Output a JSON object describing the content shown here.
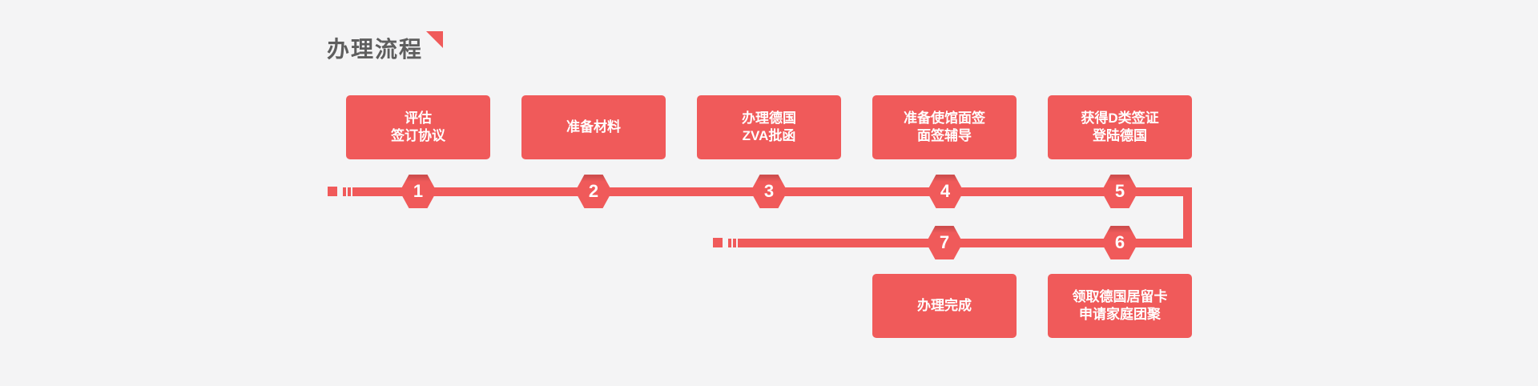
{
  "title": "办理流程",
  "colors": {
    "accent": "#f05a5a",
    "accent_dark": "#d94f4f",
    "background": "#f4f4f5",
    "title_text": "#5e5e5e",
    "box_text": "#ffffff"
  },
  "steps": [
    {
      "number": "1",
      "label": "评估\n签订协议"
    },
    {
      "number": "2",
      "label": "准备材料"
    },
    {
      "number": "3",
      "label": "办理德国\nZVA批函"
    },
    {
      "number": "4",
      "label": "准备使馆面签\n面签辅导"
    },
    {
      "number": "5",
      "label": "获得D类签证\n登陆德国"
    },
    {
      "number": "6",
      "label": "领取德国居留卡\n申请家庭团聚"
    },
    {
      "number": "7",
      "label": "办理完成"
    }
  ]
}
